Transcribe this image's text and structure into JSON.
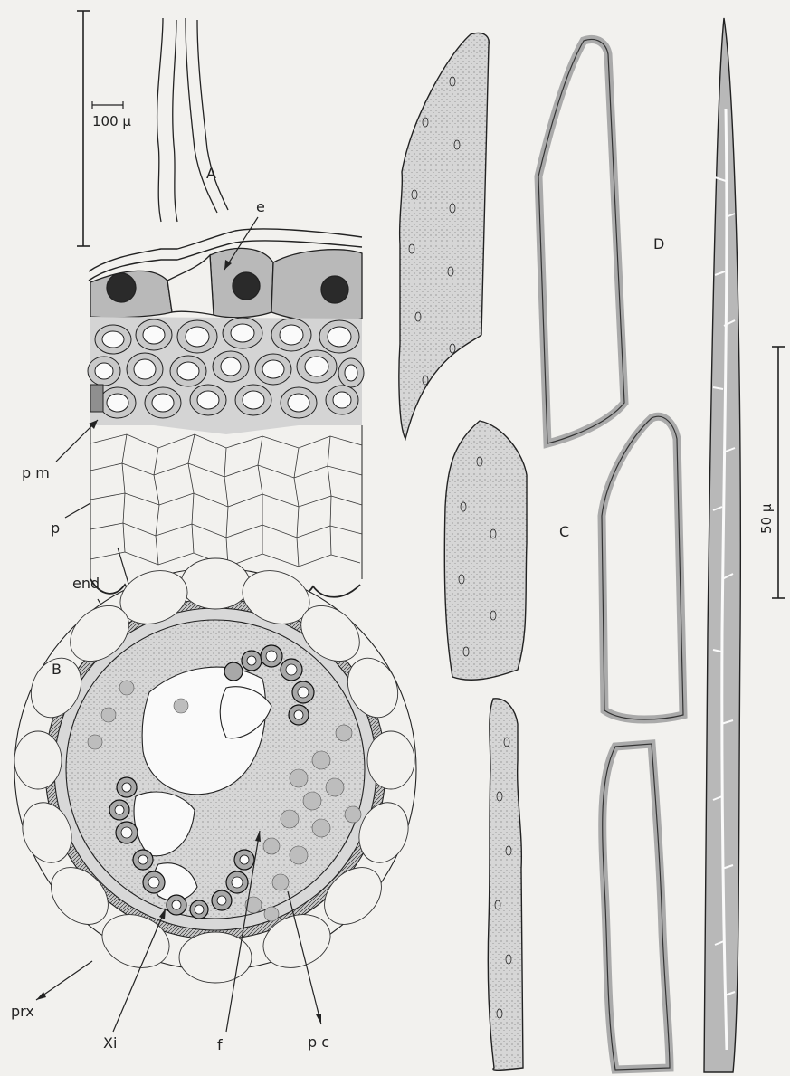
{
  "scale_bars": {
    "small_label": "100 μ",
    "large_label": "50 μ"
  },
  "panel_labels": {
    "a": "A",
    "b": "B",
    "c": "C",
    "d": "D"
  },
  "annotations": {
    "epidermis": "e",
    "pm": "p m",
    "p": "p",
    "endodermis": "end",
    "prx": "prx",
    "xi": "Xi",
    "f": "f",
    "pc": "p c"
  },
  "colors": {
    "ink": "#222222",
    "gray_fill": "#b9b9b9",
    "mid_gray": "#cfcfcf",
    "light_gray": "#dcdcdc",
    "paper": "#f2f1ee"
  }
}
